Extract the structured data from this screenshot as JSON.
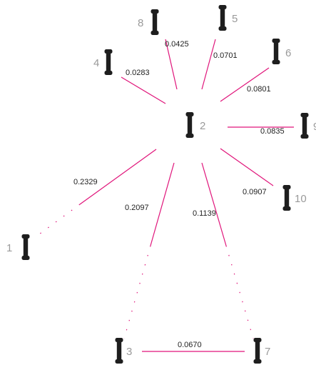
{
  "colors": {
    "edge": "#e0147a",
    "node_icon": "#1e1e1e",
    "node_label": "#9a9a9a",
    "edge_label": "#222222"
  },
  "node_icon": "dumbbell-icon",
  "nodes": [
    {
      "id": "1",
      "label": "1"
    },
    {
      "id": "2",
      "label": "2"
    },
    {
      "id": "3",
      "label": "3"
    },
    {
      "id": "4",
      "label": "4"
    },
    {
      "id": "5",
      "label": "5"
    },
    {
      "id": "6",
      "label": "6"
    },
    {
      "id": "7",
      "label": "7"
    },
    {
      "id": "8",
      "label": "8"
    },
    {
      "id": "9",
      "label": "9"
    },
    {
      "id": "10",
      "label": "10"
    }
  ],
  "edges": [
    {
      "from": "2",
      "to": "8",
      "weight": "0.0425"
    },
    {
      "from": "2",
      "to": "5",
      "weight": "0.0701"
    },
    {
      "from": "2",
      "to": "4",
      "weight": "0.0283"
    },
    {
      "from": "2",
      "to": "6",
      "weight": "0.0801"
    },
    {
      "from": "2",
      "to": "9",
      "weight": "0.0835"
    },
    {
      "from": "2",
      "to": "10",
      "weight": "0.0907"
    },
    {
      "from": "2",
      "to": "1",
      "weight": "0.2329"
    },
    {
      "from": "2",
      "to": "3",
      "weight": "0.2097"
    },
    {
      "from": "2",
      "to": "7",
      "weight": "0.1139"
    },
    {
      "from": "3",
      "to": "7",
      "weight": "0.0670"
    }
  ]
}
